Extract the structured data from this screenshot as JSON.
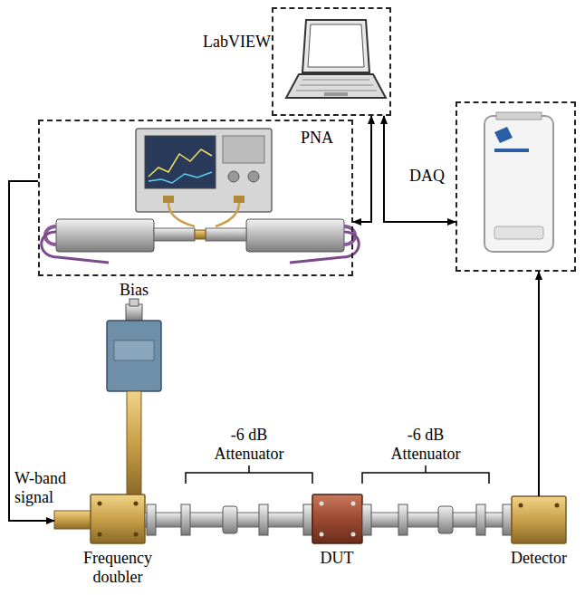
{
  "diagram": {
    "nodes": [
      {
        "text": [
          "LabVIEW"
        ]
      },
      {
        "text": [
          "PNA"
        ]
      },
      {
        "text": [
          "DAQ"
        ]
      },
      {
        "text": [
          "Bias"
        ]
      },
      {
        "text": [
          "Frequency doubler"
        ]
      },
      {
        "text": [
          "DUT"
        ]
      },
      {
        "text": [
          "Detector"
        ]
      }
    ],
    "edges": [
      {
        "from": 0,
        "to": 1,
        "arrow": "both"
      },
      {
        "from": 0,
        "to": 2,
        "arrow": "both"
      },
      {
        "from": 1,
        "to": 4,
        "arrow": "to"
      },
      {
        "from": 6,
        "to": 2,
        "arrow": "to"
      }
    ],
    "labels": [
      "W-band signal",
      "-6 dB Attenuator",
      "-6 dB Attenuator"
    ]
  }
}
